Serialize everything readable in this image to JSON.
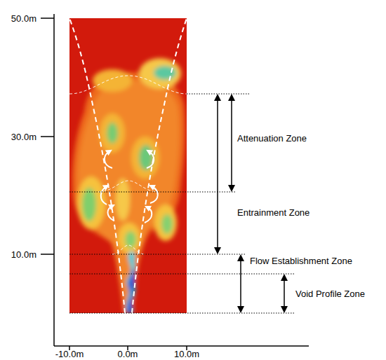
{
  "diagram": {
    "labels": [
      "50.0m",
      "30.0m",
      "10.0m",
      "-10.0m",
      "0.0m",
      "10.0m",
      "Attenuation Zone",
      "Entrainment Zone",
      "Flow Establishment Zone",
      "Void Profile Zone"
    ]
  }
}
